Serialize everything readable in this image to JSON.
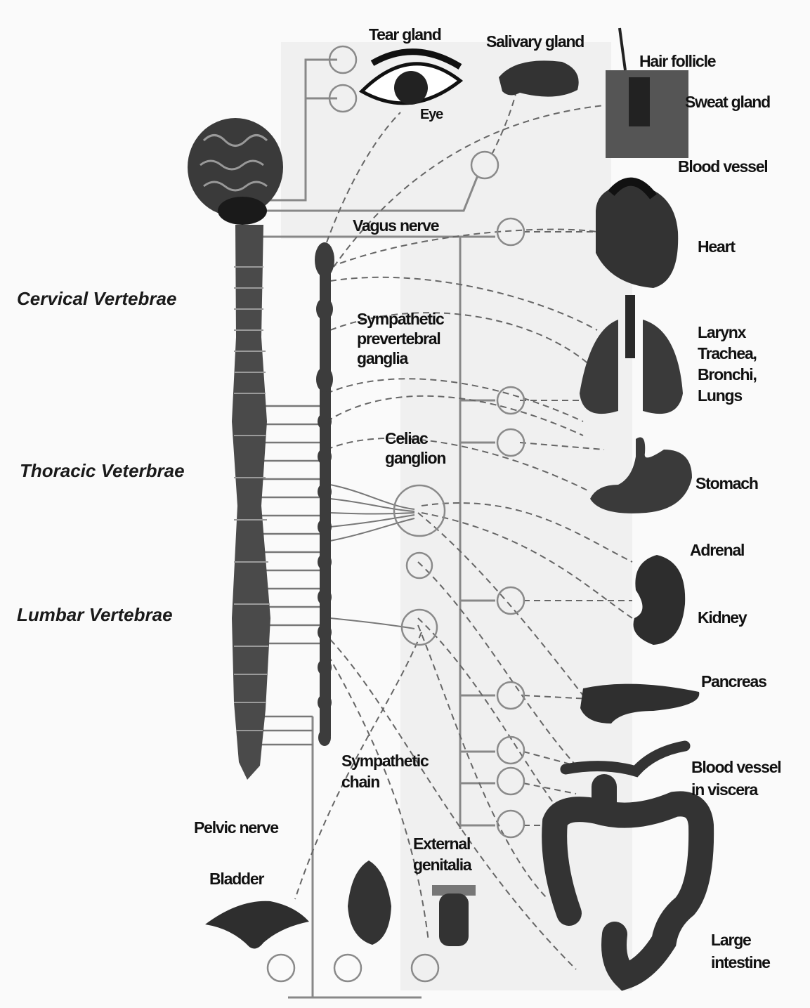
{
  "vertebrae_regions": {
    "cervical": "Cervical Vertebrae",
    "thoracic": "Thoracic Veterbrae",
    "lumbar": "Lumbar Vertebrae"
  },
  "nerves": {
    "vagus": "Vagus nerve",
    "pelvic": "Pelvic nerve"
  },
  "ganglia": {
    "prevertebral": "Sympathetic\nprevertebral\nganglia",
    "celiac": "Celiac\nganglion",
    "chain": "Sympathetic\nchain"
  },
  "organs": {
    "tear_gland": "Tear gland",
    "eye": "Eye",
    "salivary_gland": "Salivary gland",
    "hair_follicle": "Hair follicle",
    "sweat_gland": "Sweat gland",
    "blood_vessel": "Blood vessel",
    "heart": "Heart",
    "lungs": "Larynx\nTrachea,\nBronchi,\nLungs",
    "stomach": "Stomach",
    "adrenal": "Adrenal",
    "kidney": "Kidney",
    "pancreas": "Pancreas",
    "blood_vessel_viscera": "Blood vessel\nin viscera",
    "bladder": "Bladder",
    "external_genitalia": "External\ngenitalia",
    "large_intestine": "Large\nintestine"
  }
}
